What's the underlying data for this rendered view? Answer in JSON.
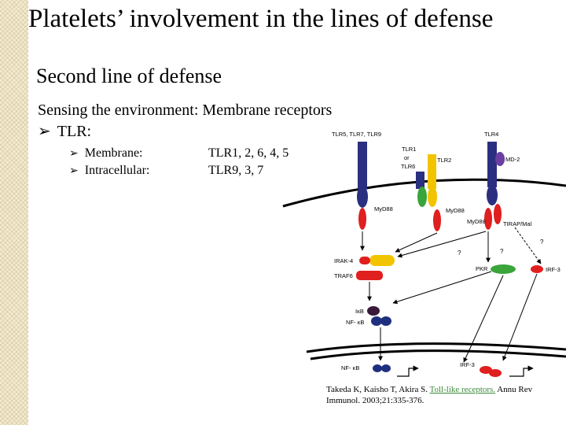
{
  "slide": {
    "title": "Platelets’ involvement in the lines of defense",
    "subtitle": "Second line of defense",
    "heading": "Sensing the environment: Membrane receptors",
    "bullet": "TLR:",
    "items": [
      {
        "label": "Membrane:",
        "value": "TLR1, 2, 6, 4, 5"
      },
      {
        "label": "Intracellular:",
        "value": "TLR9, 3, 7"
      }
    ]
  },
  "diagram": {
    "receptor_group_1": "TLR5, TLR7, TLR9",
    "receptor_group_2_a": "TLR1",
    "receptor_group_2_b": "or",
    "receptor_group_2_c": "TLR6",
    "receptor_tlr2": "TLR2",
    "receptor_tlr4": "TLR4",
    "md2": "MD-2",
    "myd88_a": "MyD88",
    "myd88_b": "MyD88",
    "myd88_c": "MyD88",
    "tirap": "TIRAP/Mal",
    "irak4": "IRAK-4",
    "traf6": "TRAF6",
    "pkr": "PKR",
    "irf3": "IRF-3",
    "ikb": "IκB",
    "nfkb": "NF- κB",
    "nfkb_nuclear": "NF- κB",
    "irf3_nuclear": "IRF-3",
    "q1": "?",
    "q2": "?",
    "q3": "?",
    "colors": {
      "receptor": "#2a2f80",
      "yellow": "#f2c400",
      "green": "#3aa53a",
      "red": "#e01f1f",
      "purple": "#6a3fa0",
      "navy": "#1f2f80",
      "dark": "#3a1a3a"
    }
  },
  "citation": {
    "prefix": "Takeda K, Kaisho T, Akira S.",
    "link": "Toll-like receptors.",
    "suffix": "Annu Rev Immunol. 2003;21:335-376."
  }
}
